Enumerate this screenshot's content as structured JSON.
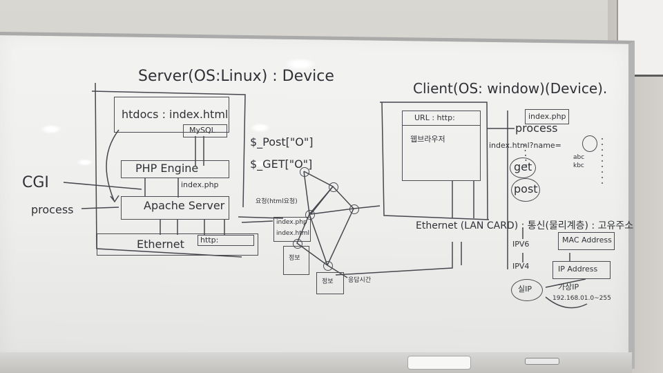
{
  "scene": "whiteboard",
  "left": {
    "title": "Server(OS:Linux) : Device",
    "htdocs": "htdocs : index.html",
    "mysql": "MySQL",
    "php_engine": "PHP Engine",
    "index_php": "index.php",
    "apache": "Apache Server",
    "ethernet": "Ethernet",
    "http": "http:",
    "cgi": "CGI",
    "process": "process"
  },
  "middle": {
    "post": "$_Post[\"O\"]",
    "get": "$_GET[\"O\"]",
    "request": "요청(html요청)",
    "index_php": "index.php",
    "index_html": "index.html",
    "info": "정보",
    "info2": "정보",
    "time": "응답시간"
  },
  "right": {
    "title": "Client(OS: window)(Device).",
    "url": "URL : http:",
    "browser": "웹브라우저",
    "index_php": "index.php",
    "process": "process",
    "query": "index.html?name=",
    "abc": "abc",
    "kbc": "kbc",
    "get": "get",
    "post": "post",
    "ethernet": "Ethernet (LAN CARD) : 통신(물리계층) : 고유주소",
    "ipv6": "IPV6",
    "ipv4": "IPV4",
    "mac": "MAC Address",
    "ip": "IP Address",
    "real_ip": "실IP",
    "virtual_ip": "가상IP",
    "private_ip": "192.168.01.0~255"
  }
}
